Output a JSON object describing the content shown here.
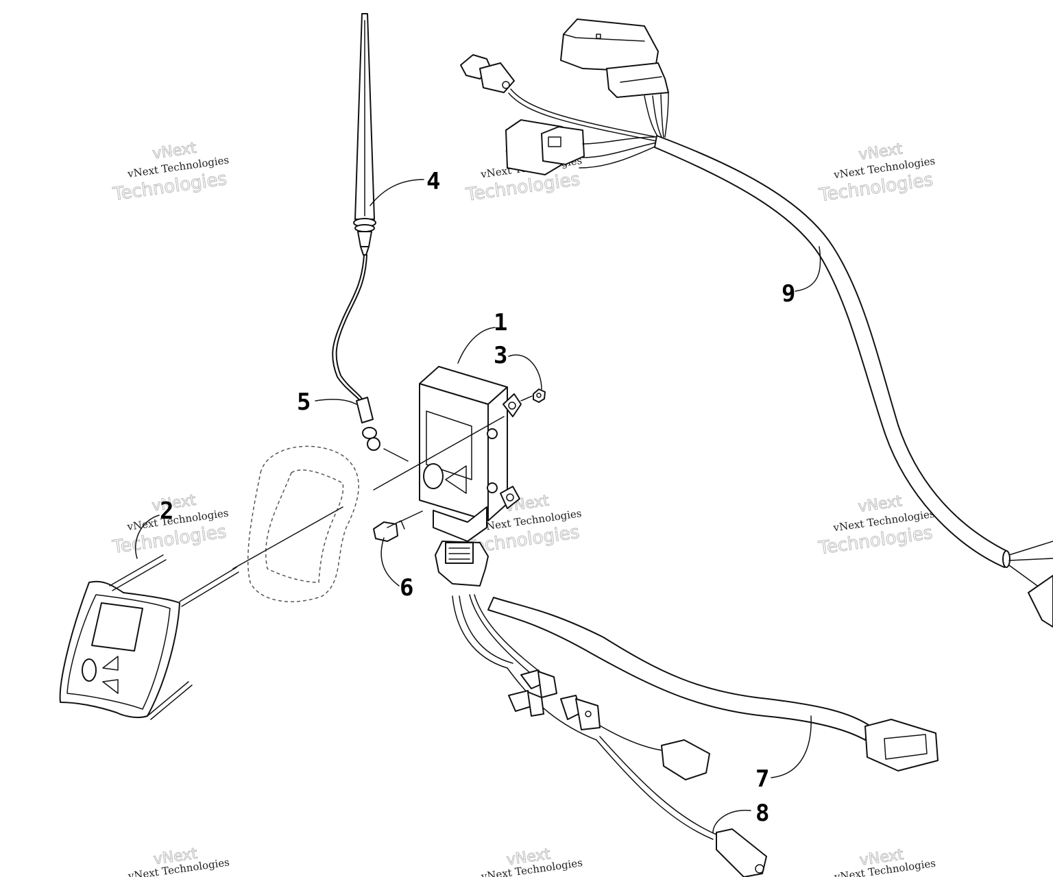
{
  "callouts": {
    "c1": "1",
    "c2": "2",
    "c3": "3",
    "c4": "4",
    "c5": "5",
    "c6": "6",
    "c7": "7",
    "c8": "8",
    "c9": "9"
  },
  "watermark": {
    "line1": "vNext Technologies",
    "line2": "Technologies",
    "line3": "vNext"
  }
}
